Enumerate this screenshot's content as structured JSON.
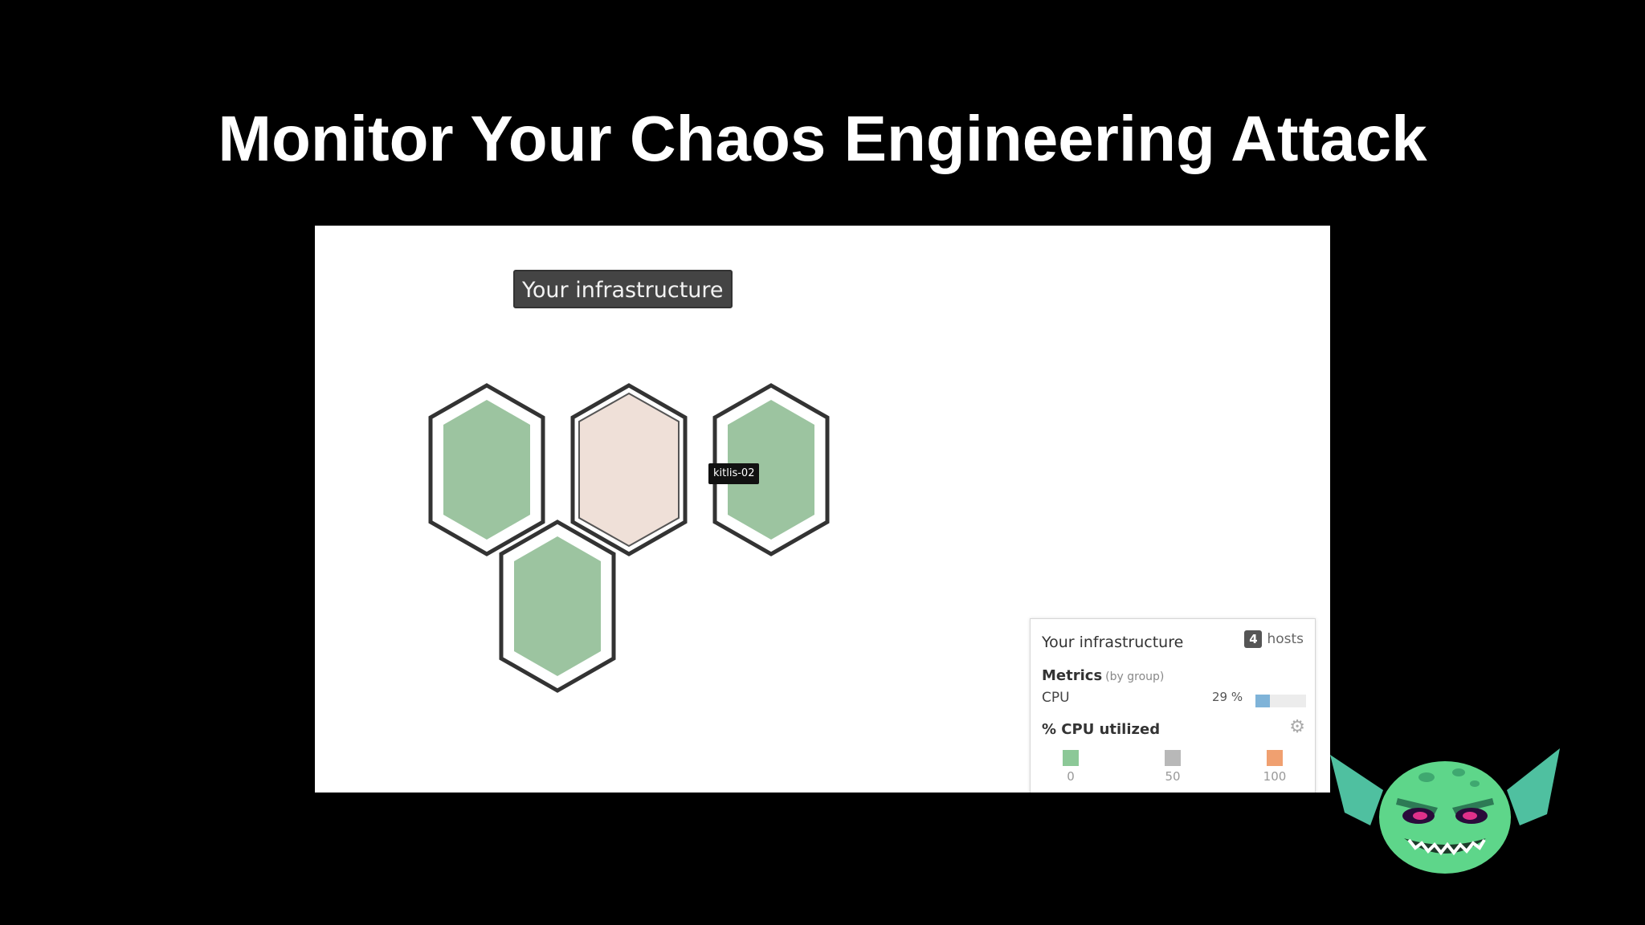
{
  "slide": {
    "title": "Monitor Your Chaos Engineering Attack"
  },
  "infra_map": {
    "header": "Your infrastructure",
    "hovered_host": "kitlis-02",
    "colors": {
      "healthy": "#9cc4a0",
      "stressed": "#efe0d8",
      "outline": "#333333"
    }
  },
  "legend": {
    "title": "Your infrastructure",
    "host_count": "4",
    "hosts_label": "hosts",
    "metrics_label": "Metrics",
    "metrics_sub": "(by group)",
    "cpu_label": "CPU",
    "cpu_value": "29 %",
    "cpu_fraction": 0.29,
    "section_label": "% CPU utilized",
    "settings_icon": "gear-icon",
    "scale": [
      {
        "label": "0",
        "color": "#8cc897"
      },
      {
        "label": "50",
        "color": "#b8b8b8"
      },
      {
        "label": "100",
        "color": "#f0a070"
      }
    ]
  },
  "mascot": {
    "icon": "gremlin-mascot-icon",
    "color": "#5ed68a"
  }
}
